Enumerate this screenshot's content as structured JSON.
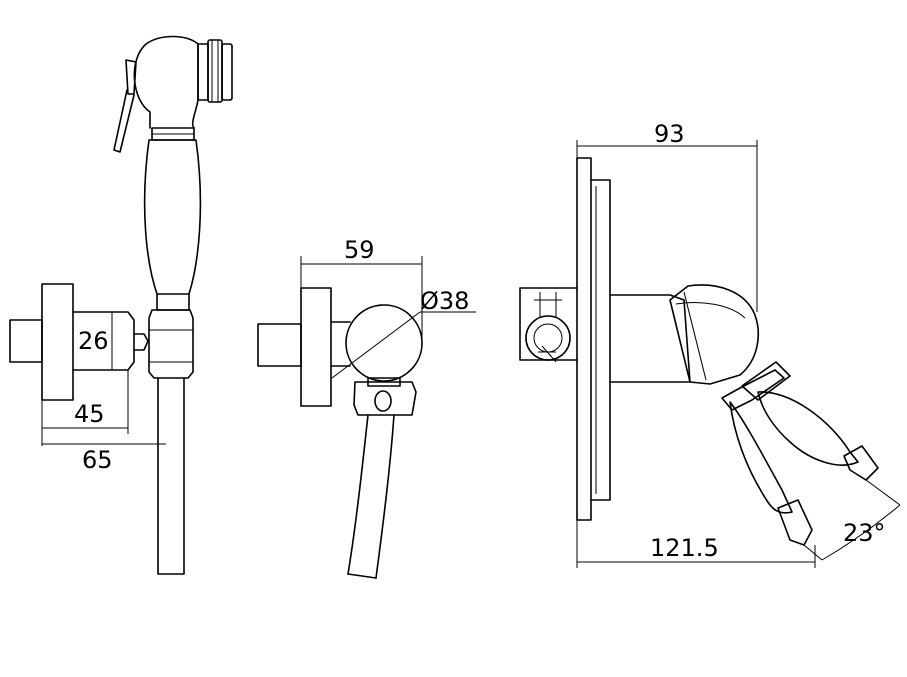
{
  "dimensions": {
    "side_height": "26",
    "projection_45": "45",
    "projection_65": "65",
    "elbow_depth": "59",
    "elbow_diameter": "Ø38",
    "mixer_depth": "93",
    "mixer_total": "121.5",
    "lever_angle": "23°"
  }
}
